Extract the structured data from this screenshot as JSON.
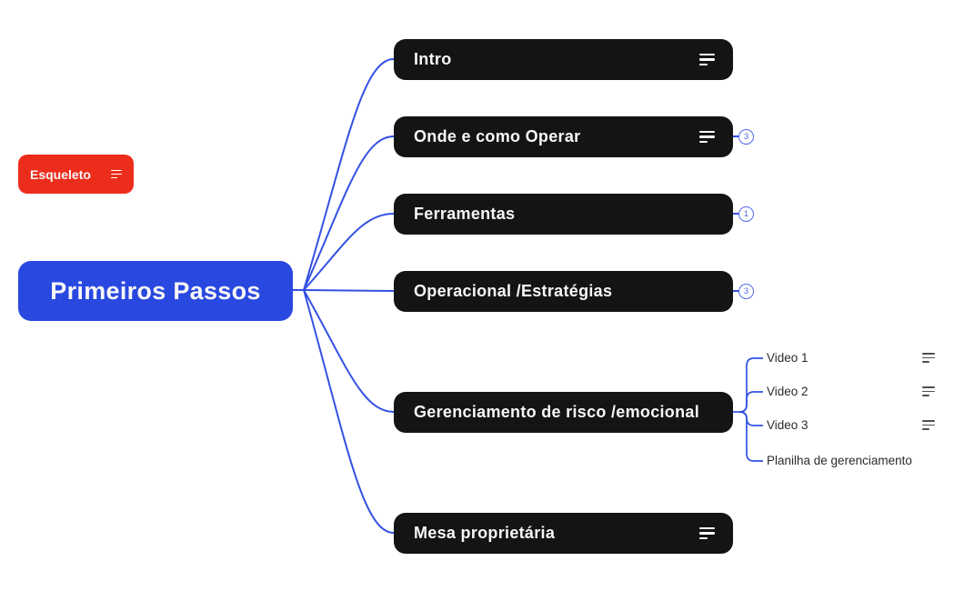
{
  "colors": {
    "root_fill": "#2948E0",
    "floating_fill": "#ED2D1C",
    "branch_fill": "#141414",
    "line": "#3351E3",
    "badge": "#5069E8",
    "subtopic_text": "#2B2B2B"
  },
  "floating_topic": {
    "label": "Esqueleto",
    "has_note": true
  },
  "root_topic": {
    "label": "Primeiros Passos"
  },
  "branches": [
    {
      "label": "Intro",
      "has_note": true
    },
    {
      "label": "Onde e como Operar",
      "has_note": true,
      "collapsed_count": "3"
    },
    {
      "label": "Ferramentas",
      "collapsed_count": "1"
    },
    {
      "label": "Operacional /Estratégias",
      "collapsed_count": "3"
    },
    {
      "label": "Gerenciamento de risco /emocional"
    },
    {
      "label": "Mesa proprietária",
      "has_note": true
    }
  ],
  "subtopics": [
    {
      "label": "Video 1",
      "has_note": true
    },
    {
      "label": "Video 2",
      "has_note": true
    },
    {
      "label": "Video 3",
      "has_note": true
    },
    {
      "label": "Planilha de gerenciamento",
      "has_note": false
    }
  ]
}
